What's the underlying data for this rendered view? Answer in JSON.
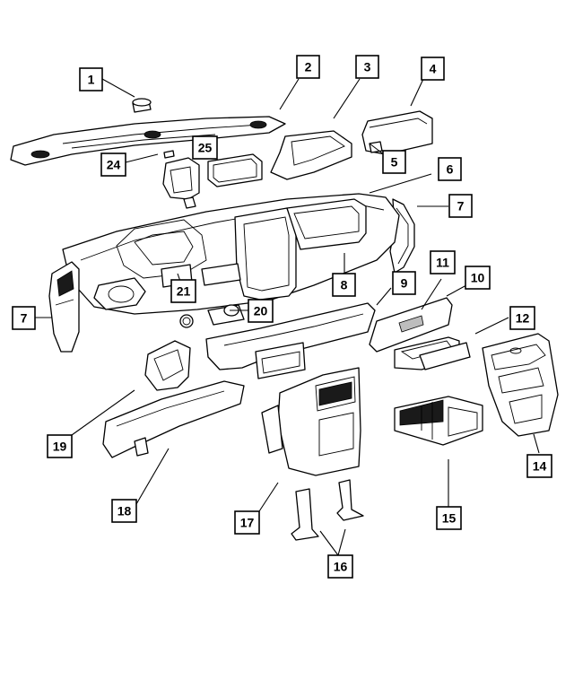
{
  "diagram": {
    "callouts": [
      "1",
      "2",
      "3",
      "4",
      "5",
      "6",
      "7",
      "7",
      "8",
      "9",
      "10",
      "11",
      "12",
      "14",
      "15",
      "16",
      "17",
      "18",
      "19",
      "20",
      "21",
      "24",
      "25"
    ]
  }
}
